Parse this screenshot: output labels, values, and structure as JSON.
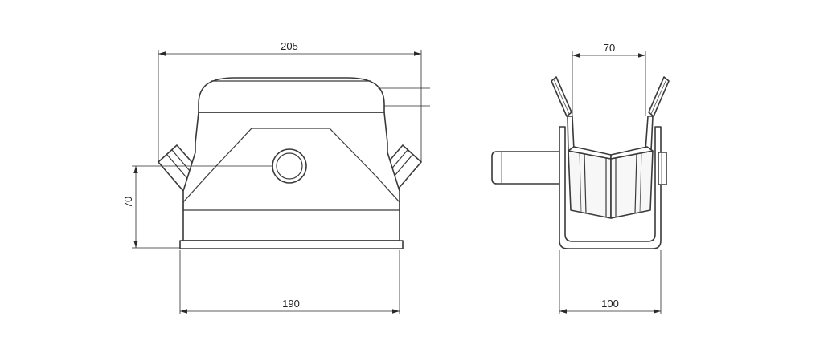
{
  "dimensions": {
    "front_top_width": "205",
    "front_bottom_width": "190",
    "front_height": "70",
    "side_top_width": "70",
    "side_bottom_width": "100"
  },
  "colors": {
    "line": "#3a3a3a",
    "background": "#ffffff"
  }
}
